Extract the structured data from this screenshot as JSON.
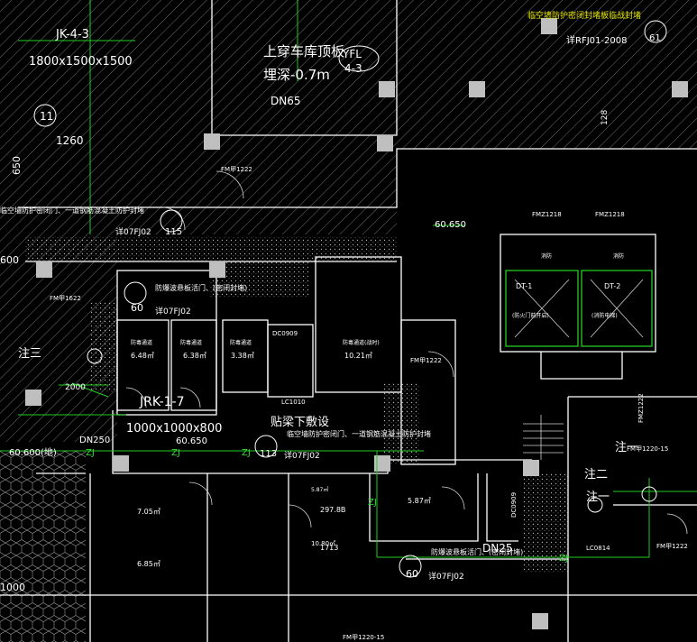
{
  "colors": {
    "background": "#000000",
    "wall": "#ffffff",
    "hatch": "#9a9a9a",
    "pipe": "#22cc22",
    "column": "#bfbfbf",
    "note": "#e8e800"
  },
  "labels": {
    "jk43": "JK-4-3",
    "jk_size": "1800x1500x1500",
    "grid11": "11",
    "dim1260": "1260",
    "dim650": "650",
    "dim600": "600",
    "dim1000": "1000",
    "garage1": "上穿车库顶板",
    "garage2": "埋深-0.7m",
    "yfl": "YFL",
    "yfl2": "4-3",
    "dn65": "DN65",
    "fm1222_top": "FM甲1222",
    "note_left": "临空墙防护密闭门、一道钢筋混凝土防护封堵",
    "ref_left": "详07FJ02",
    "n115": "115",
    "top_note": "临空墙防护密闭封堵板临战封堵",
    "ref_right": "详RFJ01-2008",
    "n61": "61",
    "n60650_a": "60.650",
    "n128": "128",
    "fmz1218_a": "FMZ1218",
    "fmz1218_b": "FMZ1218",
    "dt1": "DT-1",
    "dt2": "DT-2",
    "room_ac1": "消防",
    "room_ac2": "消防",
    "elev_txt1": "(防火门前开启)",
    "elev_txt2": "(消防电梯)",
    "note_mid": "防爆波悬板活门、(密闭封堵)",
    "n60a": "60",
    "ref_mid": "详07FJ02",
    "fm1622": "FM甲1622",
    "dc0909": "DC0909",
    "area1": "6.48㎡",
    "area2": "6.38㎡",
    "area3": "3.38㎡",
    "area4": "10.21㎡",
    "room_gen1": "防毒通道",
    "room_gen2": "防毒通道",
    "room_gen3": "防毒通道",
    "room_gen4": "防毒通道(战时)",
    "fm1222_mid": "FM甲1222",
    "lc1010": "LC1010",
    "jrk": "JRK-1-7",
    "jrk_size": "1000x1000x800",
    "tiliang": "贴梁下敷设",
    "n60650_b": "60.650",
    "n60600": "60.600(地)",
    "zhu3": "注三",
    "zhu1": "注一",
    "zhu2": "注二",
    "n2000": "2000",
    "dn250": "DN250",
    "zj1": "ZJ",
    "zj2": "ZJ",
    "zj3": "ZJ",
    "zj4": "ZJ",
    "zj5": "ZJ",
    "n113": "113",
    "ref_113": "详07FJ02",
    "note_113": "临空墙防护密闭门、一道钢筋混凝土防护封堵",
    "sm1": "5.87㎡",
    "sm2": "297.8B",
    "sm3": "10.80㎡",
    "sm4": "1713",
    "area6": "7.05㎡",
    "area7": "6.85㎡",
    "dn25": "DN25",
    "n60b": "60",
    "ref_bottom": "详07FJ02",
    "note_bottom": "防爆波悬板活门、(密闭封堵)",
    "lc0814": "LC0814",
    "fm1220_a": "FM甲1220-15",
    "fm1220_b": "FM甲1220-15",
    "fmz1222": "FMZ1222",
    "fm1222_c": "FM甲1222",
    "dc0909b": "DC0909"
  }
}
